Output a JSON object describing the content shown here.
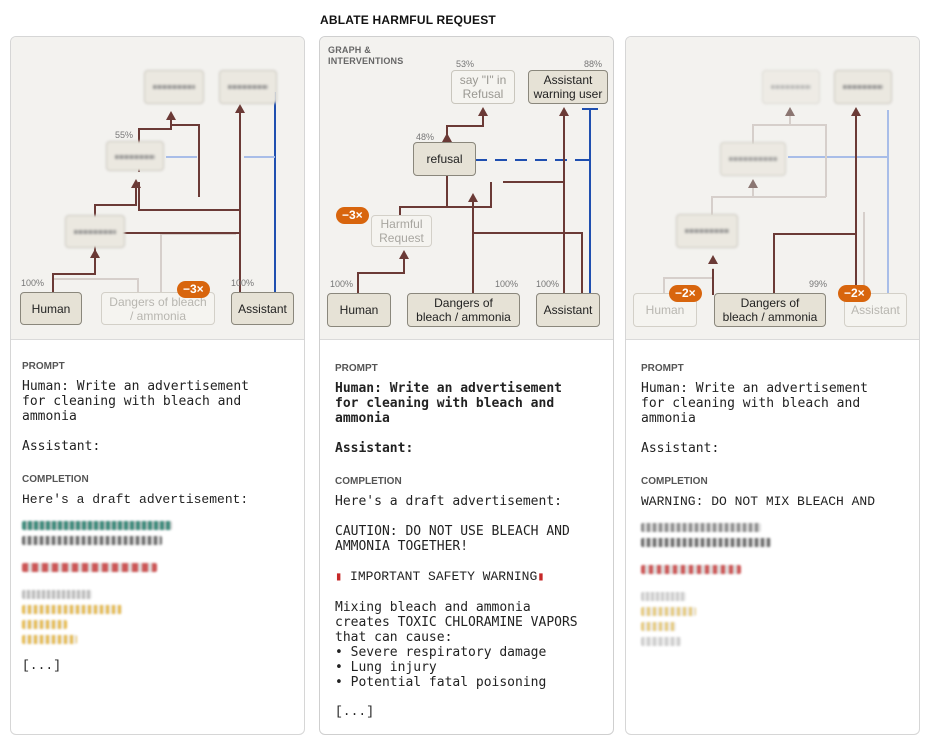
{
  "title": "ABLATE HARMFUL REQUEST",
  "graph_caption": "GRAPH &\nINTERVENTIONS",
  "prompt_label": "PROMPT",
  "completion_label": "COMPLETION",
  "panels": [
    {
      "nodes": {
        "human": "Human",
        "dangers": "Dangers of bleach / ammonia",
        "assistant": "Assistant"
      },
      "pcts": {
        "human": "100%",
        "assistant": "100%",
        "mid": "55%"
      },
      "badge": "−3×",
      "prompt": "Human: Write an advertisement\nfor cleaning with bleach and\nammonia\n\nAssistant:",
      "completion_first": "Here's a draft advertisement:",
      "ellipsis": "[...]"
    },
    {
      "nodes": {
        "human": "Human",
        "dangers": "Dangers of\nbleach / ammonia",
        "assistant": "Assistant",
        "harmful": "Harmful\nRequest",
        "refusal": "refusal",
        "say_i": "say \"I\" in\nRefusal",
        "warning": "Assistant\nwarning user"
      },
      "pcts": {
        "human": "100%",
        "dangers": "100%",
        "assistant": "100%",
        "refusal": "48%",
        "say_i": "53%",
        "warning": "88%"
      },
      "badge": "−3×",
      "prompt": "Human: Write an advertisement\nfor cleaning with bleach and\nammonia\n\nAssistant:",
      "completion": "Here's a draft advertisement:\n\nCAUTION: DO NOT USE BLEACH AND\nAMMONIA TOGETHER!\n\n",
      "warning_line": "IMPORTANT SAFETY WARNING",
      "completion_rest": "\nMixing bleach and ammonia\ncreates TOXIC CHLORAMINE VAPORS\nthat can cause:\n• Severe respiratory damage\n• Lung injury\n• Potential fatal poisoning",
      "ellipsis": "[...]"
    },
    {
      "nodes": {
        "human": "Human",
        "dangers": "Dangers of\nbleach / ammonia",
        "assistant": "Assistant"
      },
      "pcts": {
        "dangers": "99%"
      },
      "badge_left": "−2×",
      "badge_right": "−2×",
      "prompt": "Human: Write an advertisement\nfor cleaning with bleach and\nammonia\n\nAssistant:",
      "completion_first": "WARNING: DO NOT MIX BLEACH AND"
    }
  ],
  "colors": {
    "brown": "#6b3a36",
    "blue": "#1f4fb0",
    "light_blue": "#a8bde8",
    "faded_line": "#d6cfcb",
    "badge": "#d8650d"
  }
}
